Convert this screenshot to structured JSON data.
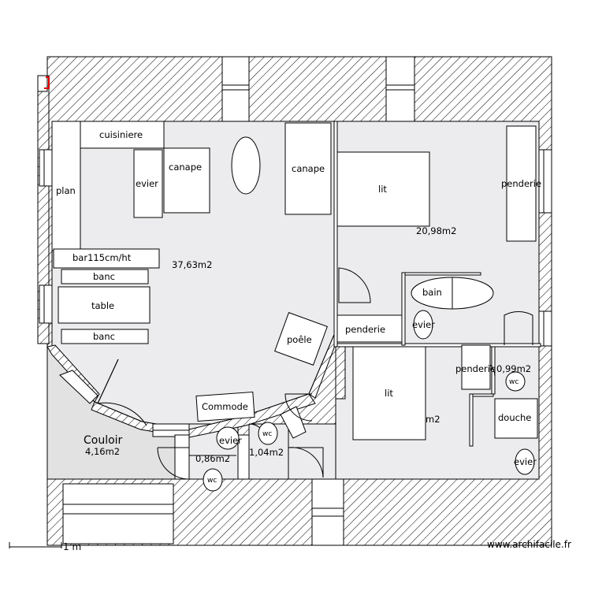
{
  "rooms": {
    "living": {
      "area": "37,63m2"
    },
    "bedroom": {
      "area": "20,98m2"
    },
    "bedroom2": {
      "area_partial": "m2"
    },
    "corridor": {
      "name": "Couloir",
      "area": "4,16m2"
    },
    "wc1": {
      "area": "0,86m2"
    },
    "wc2": {
      "area": "1,04m2"
    },
    "bath": {
      "area_partial": "0,99m2"
    }
  },
  "furniture": {
    "cuisiniere": "cuisiniere",
    "plan": "plan",
    "evier_kitchen": "evier",
    "canape_left": "canape",
    "canape_right": "canape",
    "bar": "bar115cm/ht",
    "banc_top": "banc",
    "table": "table",
    "banc_bottom": "banc",
    "poele": "poêle",
    "commode": "Commode",
    "lit_top": "lit",
    "penderie_right": "penderie",
    "bain": "bain",
    "evier_bath": "evier",
    "penderie_mid": "penderie",
    "lit_bottom": "lit",
    "penderie_small": "penderie",
    "wc_bath": "wc",
    "douche": "douche",
    "evier_shower": "evier",
    "evier_wc": "evier",
    "wc_left": "wc",
    "wc_right": "wc"
  },
  "scale": {
    "label": "1 m"
  },
  "watermark": "www.archifacile.fr",
  "colors": {
    "wall_hatch": "#000000",
    "floor": "#ececee",
    "corridor_floor": "#e2e2e3"
  }
}
